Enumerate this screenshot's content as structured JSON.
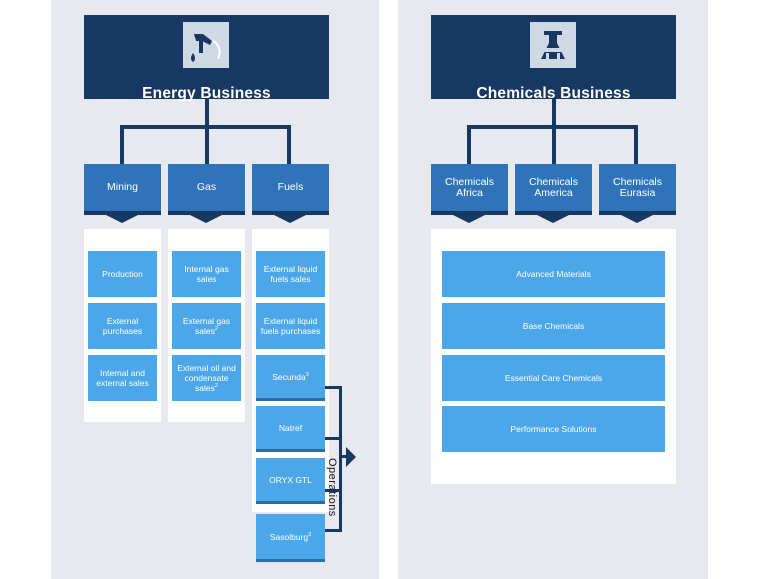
{
  "energy": {
    "title": "Energy Business",
    "icon": "fuel-nozzle-icon",
    "segments": {
      "mining": {
        "label": "Mining",
        "items": [
          "Production",
          "External purchases",
          "Internal and external sales"
        ]
      },
      "gas": {
        "label": "Gas",
        "items": [
          "Internal gas sales",
          "External gas sales",
          "External oil and condensate sales"
        ],
        "sup": "2"
      },
      "fuels": {
        "label": "Fuels",
        "items": [
          "External liquid fuels sales",
          "External liquid fuels purchases"
        ]
      }
    },
    "operations": {
      "label": "Operations",
      "items": {
        "secunda": "Secunda",
        "natref": "Natref",
        "oryx": "ORYX GTL",
        "sasolburg": "Sasolburg"
      },
      "sup": "3"
    }
  },
  "chemicals": {
    "title": "Chemicals Business",
    "icon": "chemical-plant-icon",
    "segments": {
      "africa": {
        "line1": "Chemicals",
        "line2": "Africa"
      },
      "america": {
        "line1": "Chemicals",
        "line2": "America"
      },
      "eurasia": {
        "line1": "Chemicals",
        "line2": "Eurasia"
      }
    },
    "items": [
      "Advanced Materials",
      "Base Chemicals",
      "Essential Care Chemicals",
      "Performance Solutions"
    ]
  },
  "colors": {
    "navy": "#173862",
    "mid_blue": "#2f74b8",
    "light_blue": "#4ca7e8",
    "panel_bg": "#e7e9ee"
  }
}
